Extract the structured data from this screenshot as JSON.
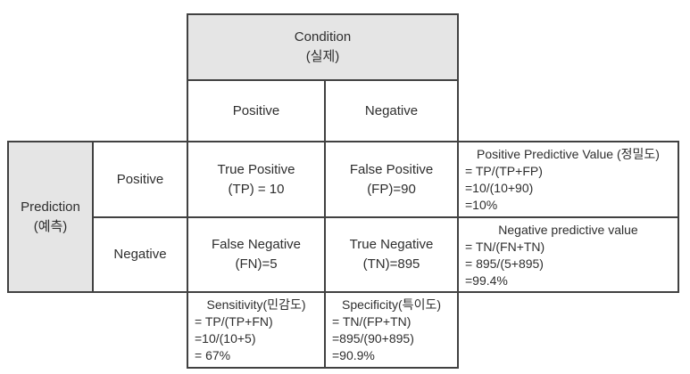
{
  "colors": {
    "header_bg": "#e5e5e5",
    "border": "#414141",
    "text": "#2e2e2e",
    "background": "#ffffff"
  },
  "table": {
    "condition_header": {
      "line1": "Condition",
      "line2": "(실제)"
    },
    "prediction_header": {
      "line1": "Prediction",
      "line2": "(예측)"
    },
    "condition_cols": {
      "positive": "Positive",
      "negative": "Negative"
    },
    "prediction_rows": {
      "positive": "Positive",
      "negative": "Negative"
    },
    "cells": {
      "tp": {
        "line1": "True Positive",
        "line2": "(TP) = 10"
      },
      "fp": {
        "line1": "False Positive",
        "line2": "(FP)=90"
      },
      "fn": {
        "line1": "False Negative",
        "line2": "(FN)=5"
      },
      "tn": {
        "line1": "True Negative",
        "line2": "(TN)=895"
      }
    },
    "metrics": {
      "ppv": {
        "title": "Positive Predictive Value (정밀도)",
        "lines": [
          "= TP/(TP+FP)",
          "=10/(10+90)",
          "=10%"
        ]
      },
      "npv": {
        "title": "Negative predictive value",
        "lines": [
          "= TN/(FN+TN)",
          "= 895/(5+895)",
          "=99.4%"
        ]
      },
      "sensitivity": {
        "title": "Sensitivity(민감도)",
        "lines": [
          "= TP/(TP+FN)",
          "=10/(10+5)",
          "= 67%"
        ]
      },
      "specificity": {
        "title": "Specificity(특이도)",
        "lines": [
          "= TN/(FP+TN)",
          "=895/(90+895)",
          "=90.9%"
        ]
      }
    }
  }
}
